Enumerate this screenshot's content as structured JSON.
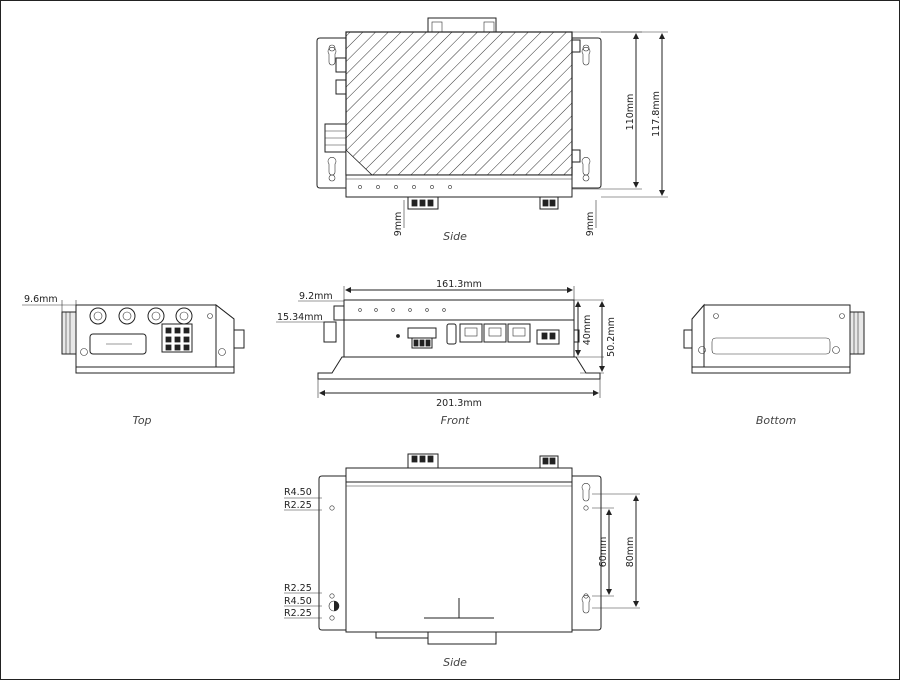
{
  "views": {
    "side_top": {
      "caption": "Side",
      "dims": [
        "110mm",
        "117.8mm",
        "9mm",
        "9mm"
      ]
    },
    "top": {
      "caption": "Top",
      "dims": [
        "9.6mm"
      ]
    },
    "front": {
      "caption": "Front",
      "dims": [
        "161.3mm",
        "9.2mm",
        "15.34mm",
        "40mm",
        "50.2mm",
        "201.3mm"
      ]
    },
    "bottom": {
      "caption": "Bottom"
    },
    "side_bottom": {
      "caption": "Side",
      "dims": [
        "R4.50",
        "R2.25",
        "R2.25",
        "R4.50",
        "R2.25",
        "60mm",
        "80mm"
      ]
    }
  }
}
